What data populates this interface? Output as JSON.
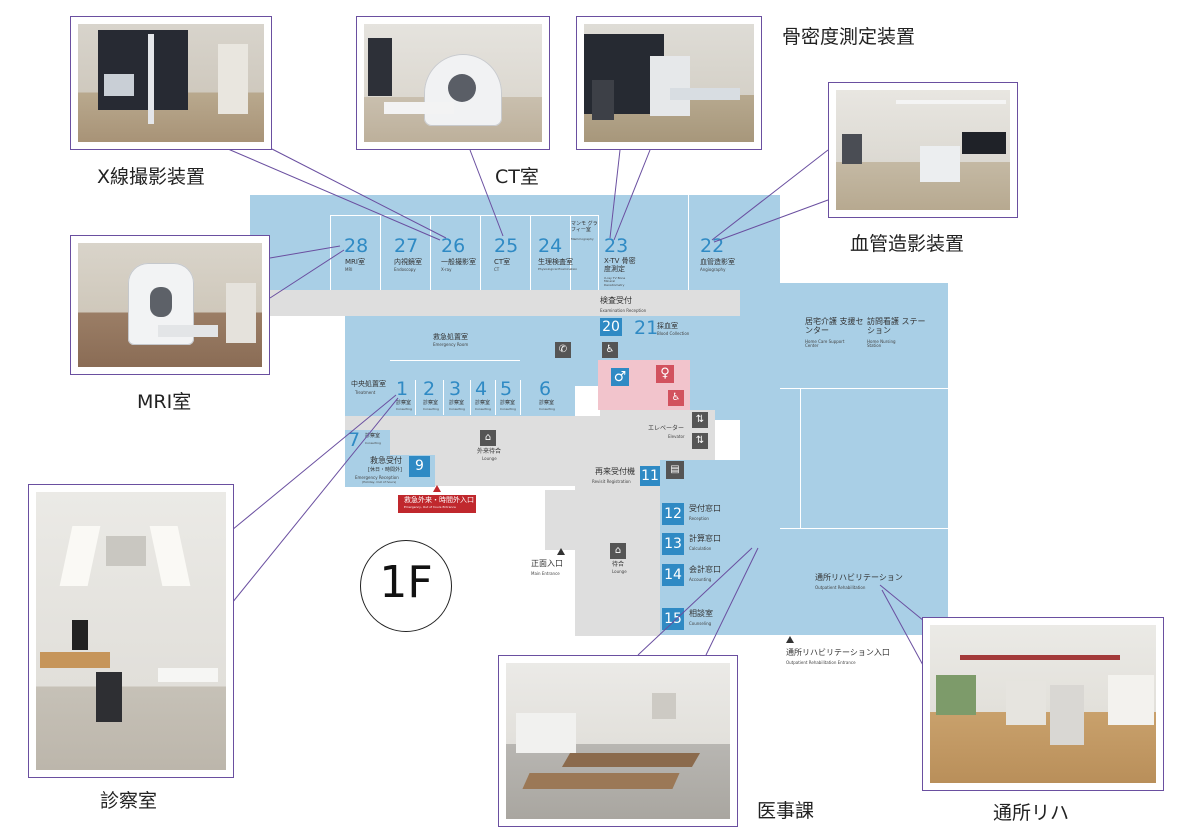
{
  "floor": "1F",
  "captions": {
    "xray": "X線撮影装置",
    "ct": "CT室",
    "bone": "骨密度測定装置",
    "angio": "血管造影装置",
    "mri": "MRI室",
    "exam": "診察室",
    "office": "医事課",
    "rehab": "通所リハ"
  },
  "rooms": {
    "r28": {
      "num": "28",
      "jp": "MRI室",
      "en": "MRI"
    },
    "r27": {
      "num": "27",
      "jp": "内視鏡室",
      "en": "Endoscopy"
    },
    "r26": {
      "num": "26",
      "jp": "一般撮影室",
      "en": "X-ray"
    },
    "r25": {
      "num": "25",
      "jp": "CT室",
      "en": "CT"
    },
    "r24": {
      "num": "24",
      "jp": "生理検査室",
      "en": "Physiological Examination"
    },
    "mammo": {
      "jp": "マンモ グラフィー室",
      "en": "Mammography"
    },
    "r23": {
      "num": "23",
      "jp": "X-TV 骨密度測定",
      "en": "X-ray TV Bone Mineral Densitometry"
    },
    "r22": {
      "num": "22",
      "jp": "血管造影室",
      "en": "Angiography"
    },
    "r20": {
      "num": "20"
    },
    "r21": {
      "num": "21",
      "jp": "採血室",
      "en": "Blood Collection"
    },
    "r1": {
      "num": "1",
      "jp": "診察室",
      "en": "Consulting"
    },
    "r2": {
      "num": "2",
      "jp": "診察室",
      "en": "Consulting"
    },
    "r3": {
      "num": "3",
      "jp": "診察室",
      "en": "Consulting"
    },
    "r4": {
      "num": "4",
      "jp": "診察室",
      "en": "Consulting"
    },
    "r5": {
      "num": "5",
      "jp": "診察室",
      "en": "Consulting"
    },
    "r6": {
      "num": "6",
      "jp": "診察室",
      "en": "Consulting"
    },
    "r7": {
      "num": "7",
      "jp": "診察室",
      "en": "Consulting"
    },
    "r9": {
      "num": "9"
    },
    "r11": {
      "num": "11"
    },
    "r12": {
      "num": "12",
      "jp": "受付窓口",
      "en": "Reception"
    },
    "r13": {
      "num": "13",
      "jp": "計算窓口",
      "en": "Calculation"
    },
    "r14": {
      "num": "14",
      "jp": "会計窓口",
      "en": "Accounting"
    },
    "r15": {
      "num": "15",
      "jp": "相談室",
      "en": "Counseling"
    }
  },
  "labels": {
    "exam_reception_jp": "検査受付",
    "exam_reception_en": "Examination Reception",
    "emergency_room_jp": "救急処置室",
    "emergency_room_en": "Emergency Room",
    "treatment_jp": "中央処置室",
    "treatment_en": "Treatment",
    "outpatient_lounge_jp": "外来待合",
    "lounge_en": "Lounge",
    "emergency_reception_jp": "救急受付",
    "emergency_reception_sub": "[休日・時間外]",
    "emergency_reception_en": "Emergency Reception",
    "emergency_reception_en2": "(Holiday, Out of hours)",
    "emergency_entrance_jp": "救急外来・時間外入口",
    "emergency_entrance_en": "Emergency, Out of hours Entrance",
    "revisit_jp": "再来受付機",
    "revisit_en": "Revisit Registration",
    "elevator_jp": "エレベーター",
    "elevator_en": "Elevator",
    "main_entrance_jp": "正面入口",
    "main_entrance_en": "Main Entrance",
    "waiting_jp": "待合",
    "waiting_en": "Lounge",
    "home_care_jp": "居宅介護 支援センター",
    "home_care_en": "Home Care Support Center",
    "home_nursing_jp": "訪問看護 ステーション",
    "home_nursing_en": "Home Nursing Station",
    "outpatient_rehab_jp": "通所リハビリテーション",
    "outpatient_rehab_en": "Outpatient Rehabilitation",
    "rehab_entrance_jp": "通所リハビリテーション入口",
    "rehab_entrance_en": "Outpatient Rehabilitation Entrance"
  },
  "colors": {
    "room_blue": "#a9cfe6",
    "number_blue": "#2f8ac4",
    "corridor_grey": "#dedede",
    "restroom_pink": "#f2c4cc",
    "emergency_red": "#c0282d",
    "callout_purple": "#6a4fa0"
  },
  "icons": [
    "phone-icon",
    "wheelchair-icon",
    "male-restroom-icon",
    "female-restroom-icon",
    "accessible-restroom-icon",
    "elevator-icon",
    "lounge-sofa-icon",
    "entrance-triangle-icon",
    "kiosk-icon"
  ]
}
